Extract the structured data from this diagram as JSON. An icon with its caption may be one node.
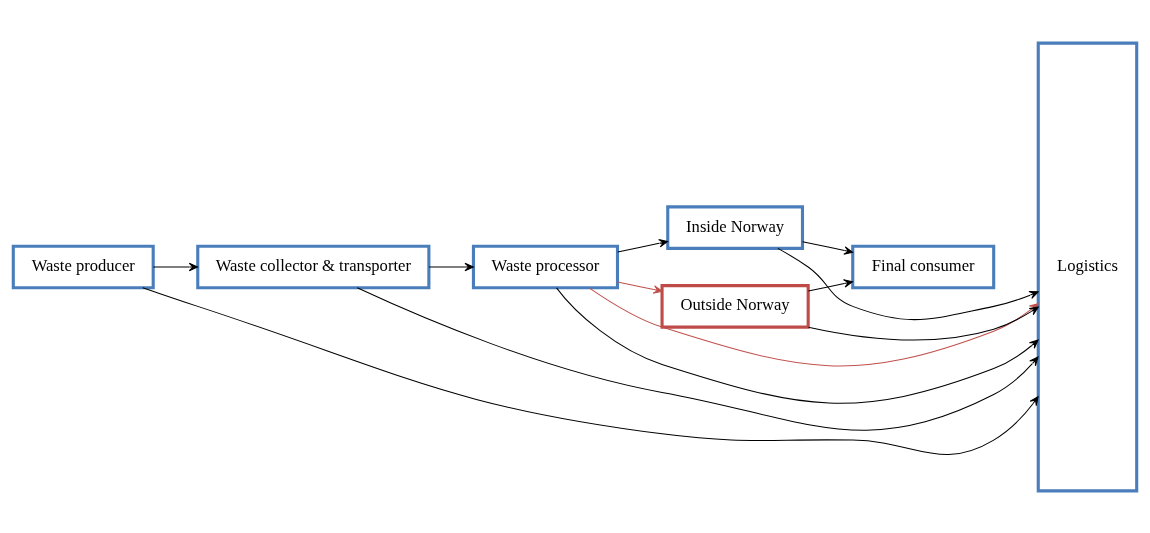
{
  "diagram": {
    "nodes": [
      {
        "text": [
          "Waste producer"
        ]
      },
      {
        "text": [
          "Waste collector & transporter"
        ]
      },
      {
        "text": [
          "Waste processor"
        ]
      },
      {
        "text": [
          "Inside Norway"
        ]
      },
      {
        "text": [
          "Outside Norway"
        ]
      },
      {
        "text": [
          "Final consumer"
        ]
      },
      {
        "text": [
          "Logistics"
        ]
      }
    ],
    "edges": [
      {
        "from": 0,
        "to": 1,
        "arrow": "to"
      },
      {
        "from": 0,
        "to": 6,
        "arrow": "to"
      },
      {
        "from": 1,
        "to": 2,
        "arrow": "to"
      },
      {
        "from": 1,
        "to": 6,
        "arrow": "to"
      },
      {
        "from": 2,
        "to": 3,
        "arrow": "to"
      },
      {
        "from": 2,
        "to": 6,
        "arrow": "to"
      },
      {
        "from": 2,
        "to": 4,
        "arrow": "to",
        "color": "#c0504d"
      },
      {
        "from": 2,
        "to": 6,
        "arrow": "to",
        "color": "#c0504d"
      },
      {
        "from": 3,
        "to": 5,
        "arrow": "to"
      },
      {
        "from": 3,
        "to": 6,
        "arrow": "to"
      },
      {
        "from": 4,
        "to": 5,
        "arrow": "to"
      },
      {
        "from": 4,
        "to": 6,
        "arrow": "to"
      }
    ]
  }
}
